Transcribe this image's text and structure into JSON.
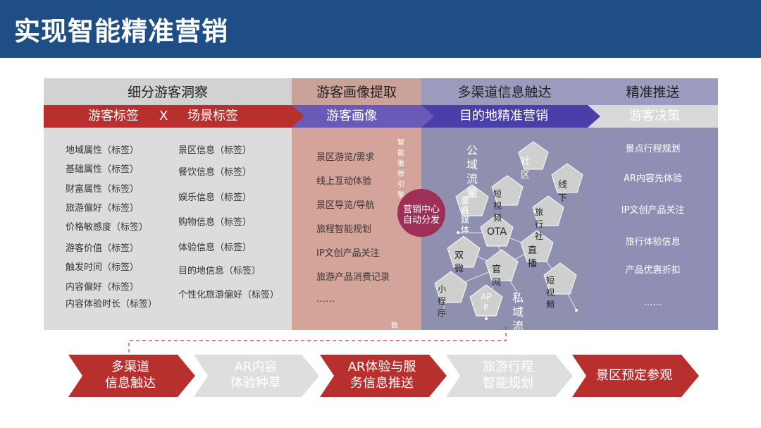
{
  "title": "实现智能精准营销",
  "columns": {
    "c1": {
      "header": "细分游客洞察",
      "ribbon_left": "游客标签",
      "ribbon_x": "X",
      "ribbon_right": "场景标签"
    },
    "c2": {
      "header": "游客画像提取",
      "ribbon": "游客画像"
    },
    "c3": {
      "header": "多渠道信息触达",
      "ribbon": "目的地精准营销"
    },
    "c4": {
      "header": "精准推送",
      "ribbon": "游客决策"
    }
  },
  "tourist_tags": [
    "地域属性（标签）",
    "基础属性（标签）",
    "财富属性（标签）",
    "旅游偏好（标签）",
    "价格敏感度（标签）",
    "游客价值（标签）",
    "触发时间（标签）",
    "内容偏好（标签）",
    "内容体验时长（标签）"
  ],
  "scene_tags": [
    "景区信息（标签）",
    "餐饮信息（标签）",
    "娱乐信息（标签）",
    "购物信息（标签）",
    "体验信息（标签）",
    "目的地信息（标签）",
    "个性化旅游偏好（标签）"
  ],
  "portrait_items": [
    "景区游览/需求",
    "线上互动体验",
    "景区导览/导航",
    "旅程智能规划",
    "IP文创产品关注",
    "旅游产品消费记录",
    "……"
  ],
  "push_items": [
    "景点行程规划",
    "AR内容先体验",
    "IP文创产品关注",
    "旅行体验信息",
    "产品优惠折扣",
    "……"
  ],
  "engine_top": "智能推荐引擎",
  "engine_bottom": "数据收集与处理",
  "center_circle": {
    "line1": "营销中心",
    "line2": "自动分发"
  },
  "public_traffic": {
    "line1": "公域",
    "line2": "流量"
  },
  "private_traffic": {
    "line1": "私域",
    "line2": "流量"
  },
  "channels": {
    "shequ": "社区",
    "xianxia": "线下",
    "duanshipin1": "短视频",
    "chuizhi1": "垂直",
    "chuizhi2": "媒体",
    "lvxingshe": "旅行社",
    "ota": "OTA",
    "shuangwei": "双微",
    "zhibo": "直播",
    "guanwang": "官网",
    "duanshipin2": "短视频",
    "xiaochengxu": "小程序",
    "app1": "AP",
    "app2": "P"
  },
  "flow": [
    {
      "line1": "多渠道",
      "line2": "信息触达",
      "style": "red"
    },
    {
      "line1": "AR内容",
      "line2": "体验种草",
      "style": "gray"
    },
    {
      "line1": "AR体验与服",
      "line2": "务信息推送",
      "style": "red"
    },
    {
      "line1": "旅游行程",
      "line2": "智能规划",
      "style": "gray"
    },
    {
      "line1": "景区预定参观",
      "line2": "",
      "style": "red"
    }
  ],
  "colors": {
    "header_bg": "#1f4e87",
    "red": "#b8302e",
    "gray": "#dedede",
    "purple": "#6558b0",
    "circle": "#9e3057"
  }
}
